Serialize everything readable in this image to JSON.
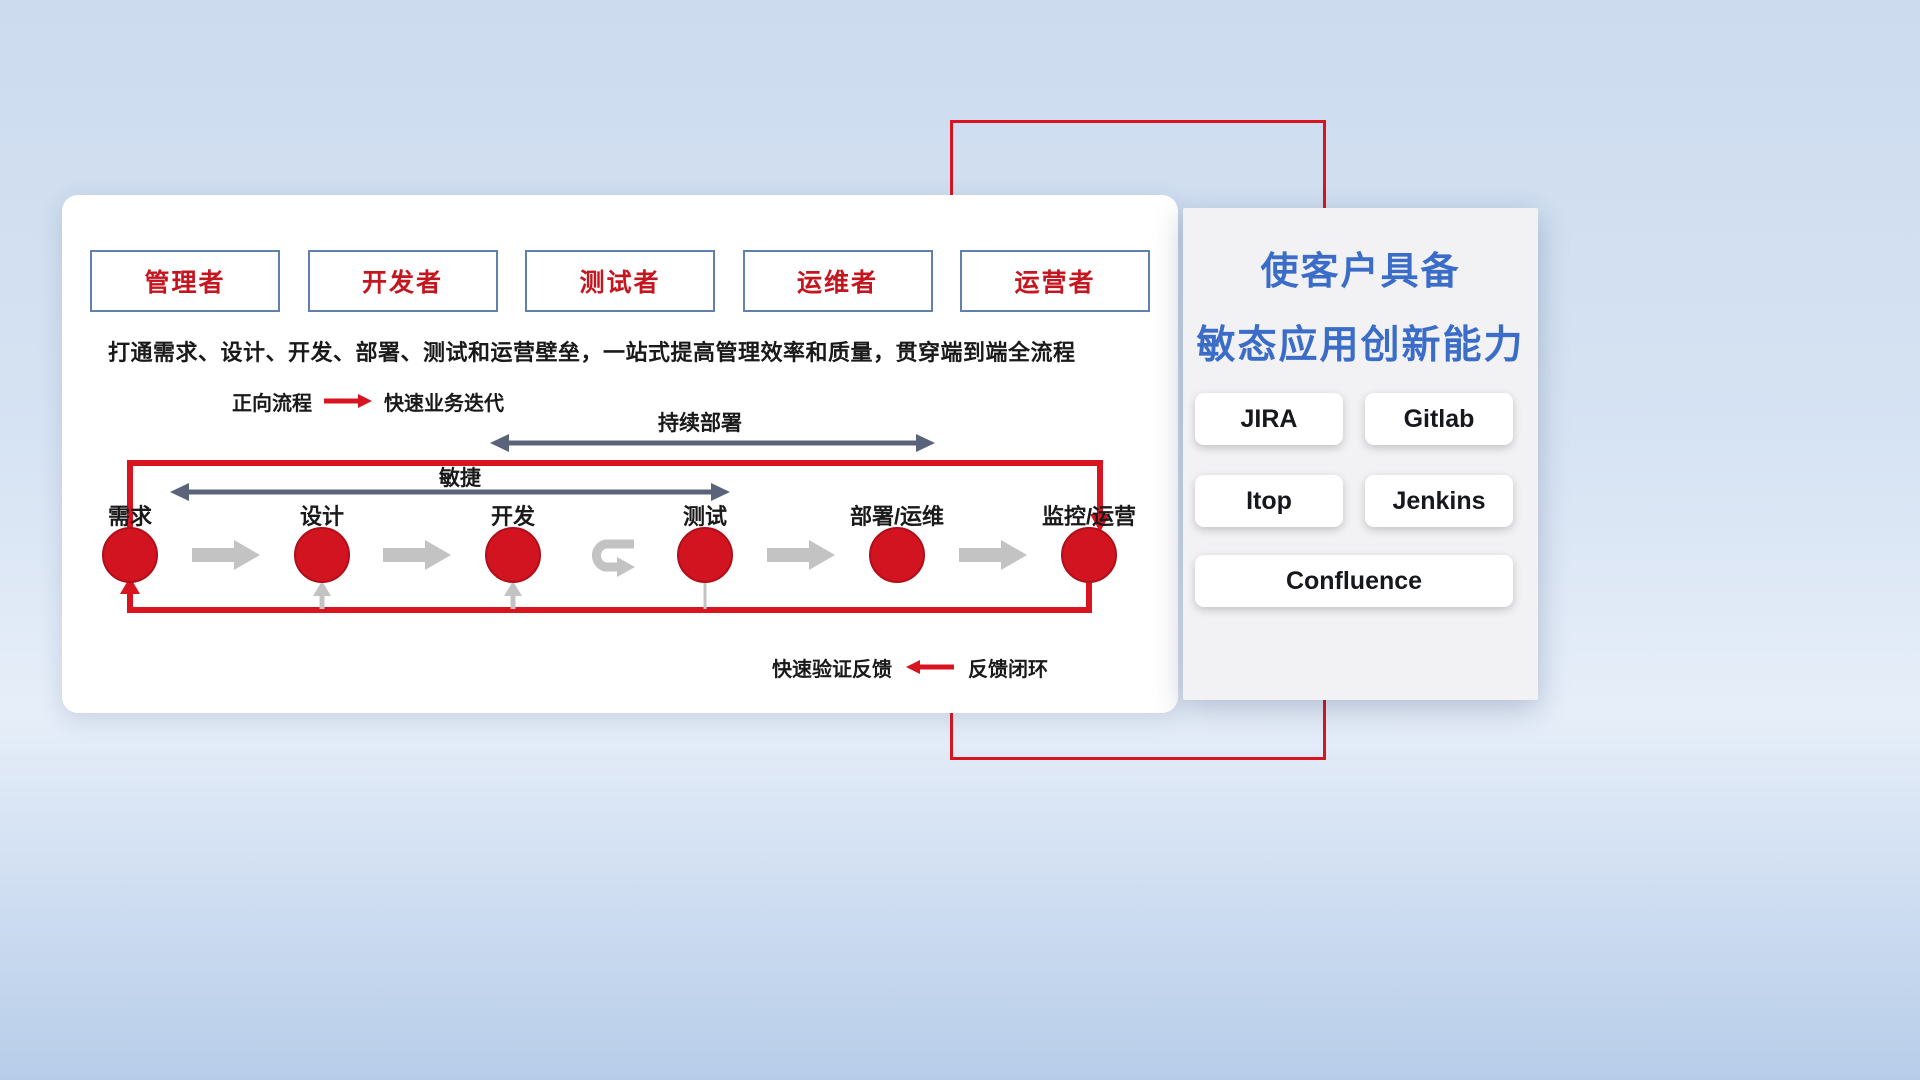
{
  "colors": {
    "accent_red": "#d7141f",
    "circle_red": "#d21420",
    "role_red": "#c5161f",
    "role_border": "#6080b0",
    "title_blue": "#3a6cc8",
    "arrow_dark": "#59637a",
    "arrow_gray": "#c3c3c3",
    "text_dark": "#1a1a1a"
  },
  "card": {
    "roles": [
      {
        "label": "管理者"
      },
      {
        "label": "开发者"
      },
      {
        "label": "测试者"
      },
      {
        "label": "运维者"
      },
      {
        "label": "运营者"
      }
    ],
    "subtitle": "打通需求、设计、开发、部署、测试和运营壁垒，一站式提高管理效率和质量，贯穿端到端全流程",
    "legend_forward": {
      "label": "正向流程",
      "value": "快速业务迭代"
    },
    "flow": {
      "continuous_deploy_label": "持续部署",
      "agile_label": "敏捷",
      "stages": [
        {
          "label": "需求"
        },
        {
          "label": "设计"
        },
        {
          "label": "开发"
        },
        {
          "label": "测试"
        },
        {
          "label": "部署/运维"
        },
        {
          "label": "监控/运营"
        }
      ]
    },
    "legend_feedback": {
      "label": "快速验证反馈",
      "value": "反馈闭环"
    }
  },
  "panel": {
    "title_line1": "使客户具备",
    "title_line2": "敏态应用创新能力",
    "tools": [
      "JIRA",
      "Gitlab",
      "Itop",
      "Jenkins",
      "Confluence"
    ]
  }
}
